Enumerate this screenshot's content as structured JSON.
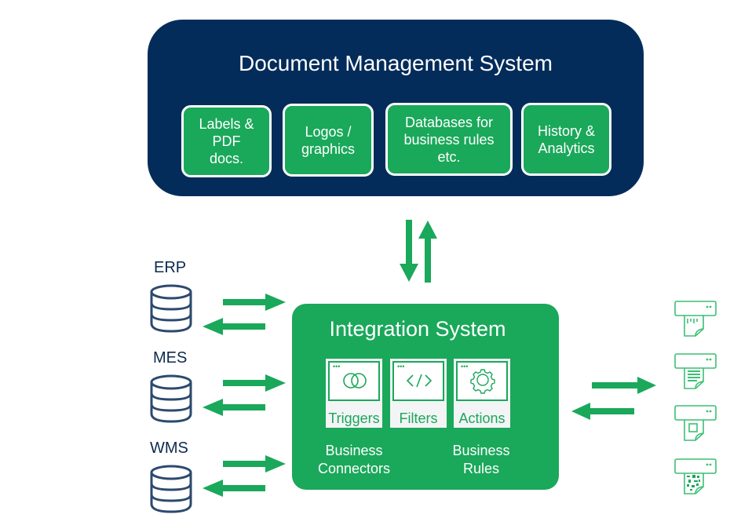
{
  "dms": {
    "title": "Document Management System",
    "cards": [
      {
        "label": "Labels &\nPDF\ndocs."
      },
      {
        "label": "Logos /\ngraphics"
      },
      {
        "label": "Databases for\nbusiness rules\netc."
      },
      {
        "label": "History &\nAnalytics"
      }
    ]
  },
  "integration": {
    "title": "Integration System",
    "modules": [
      {
        "label": "Triggers",
        "icon": "linked-rings-icon"
      },
      {
        "label": "Filters",
        "icon": "code-brackets-icon"
      },
      {
        "label": "Actions",
        "icon": "gear-icon"
      }
    ],
    "connectors_label": "Business\nConnectors",
    "rules_label": "Business\nRules"
  },
  "sources": [
    {
      "label": "ERP",
      "icon": "database-icon"
    },
    {
      "label": "MES",
      "icon": "database-icon"
    },
    {
      "label": "WMS",
      "icon": "database-icon"
    }
  ],
  "outputs": [
    {
      "icon": "label-printer-icon"
    },
    {
      "icon": "document-printer-icon"
    },
    {
      "icon": "barcode-printer-icon"
    },
    {
      "icon": "qr-code-printer-icon"
    }
  ],
  "colors": {
    "navy": "#032c5a",
    "green": "#1aa85a",
    "db_stroke": "#2c4a6e",
    "printer": "#3cbf73"
  }
}
